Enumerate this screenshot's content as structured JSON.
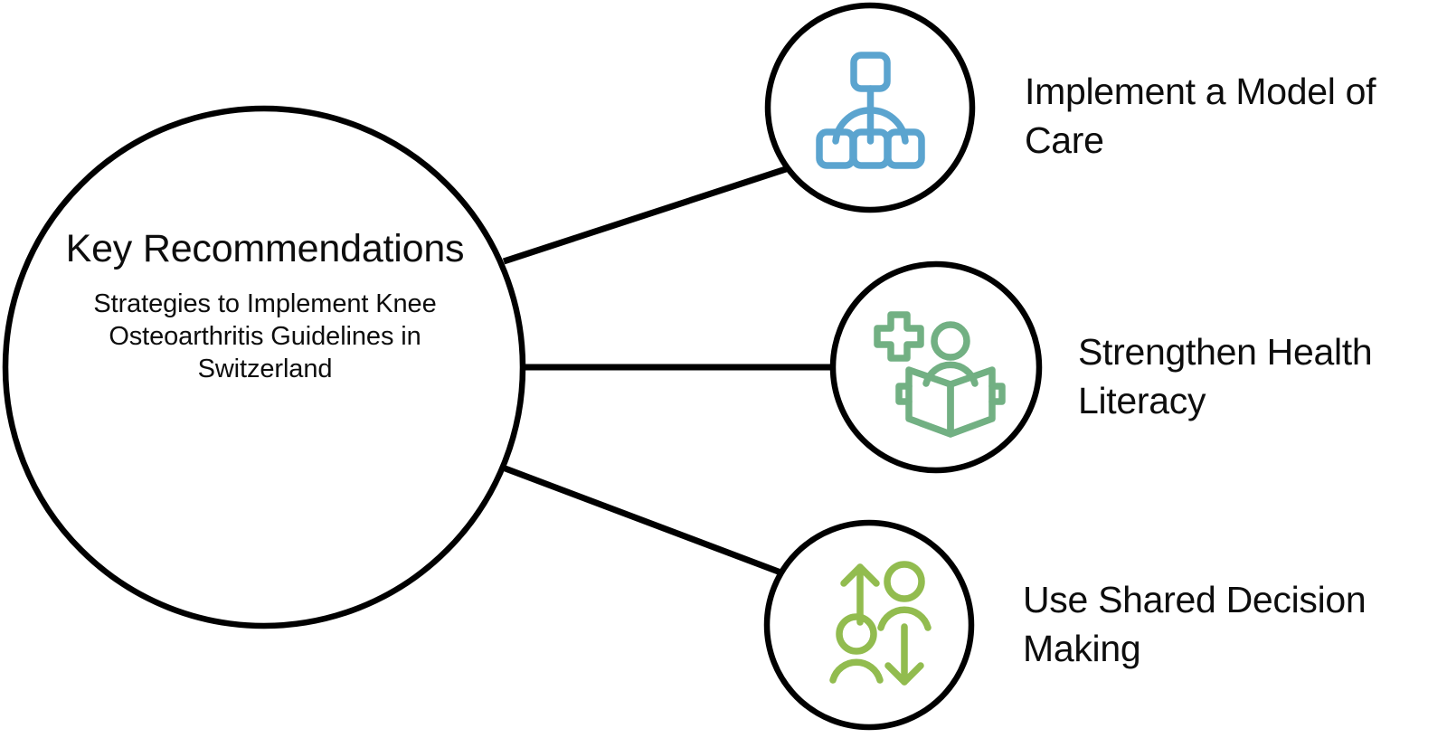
{
  "hub": {
    "title": "Key Recommendations",
    "subtitle": "Strategies to Implement Knee Osteoarthritis Guidelines in Switzerland"
  },
  "branches": [
    {
      "label": "Implement a Model of Care",
      "icon_name": "hierarchy-org-chart-icon",
      "icon_color": "#5BA4CF"
    },
    {
      "label": "Strengthen Health Literacy",
      "icon_name": "health-literacy-person-reading-book-icon",
      "icon_color": "#72B083"
    },
    {
      "label": "Use Shared Decision Making",
      "icon_name": "shared-decision-two-people-arrows-icon",
      "icon_color": "#92BC4F"
    }
  ],
  "style": {
    "stroke_color": "#000000",
    "background": "#ffffff",
    "text_color": "#0d0d0d"
  }
}
